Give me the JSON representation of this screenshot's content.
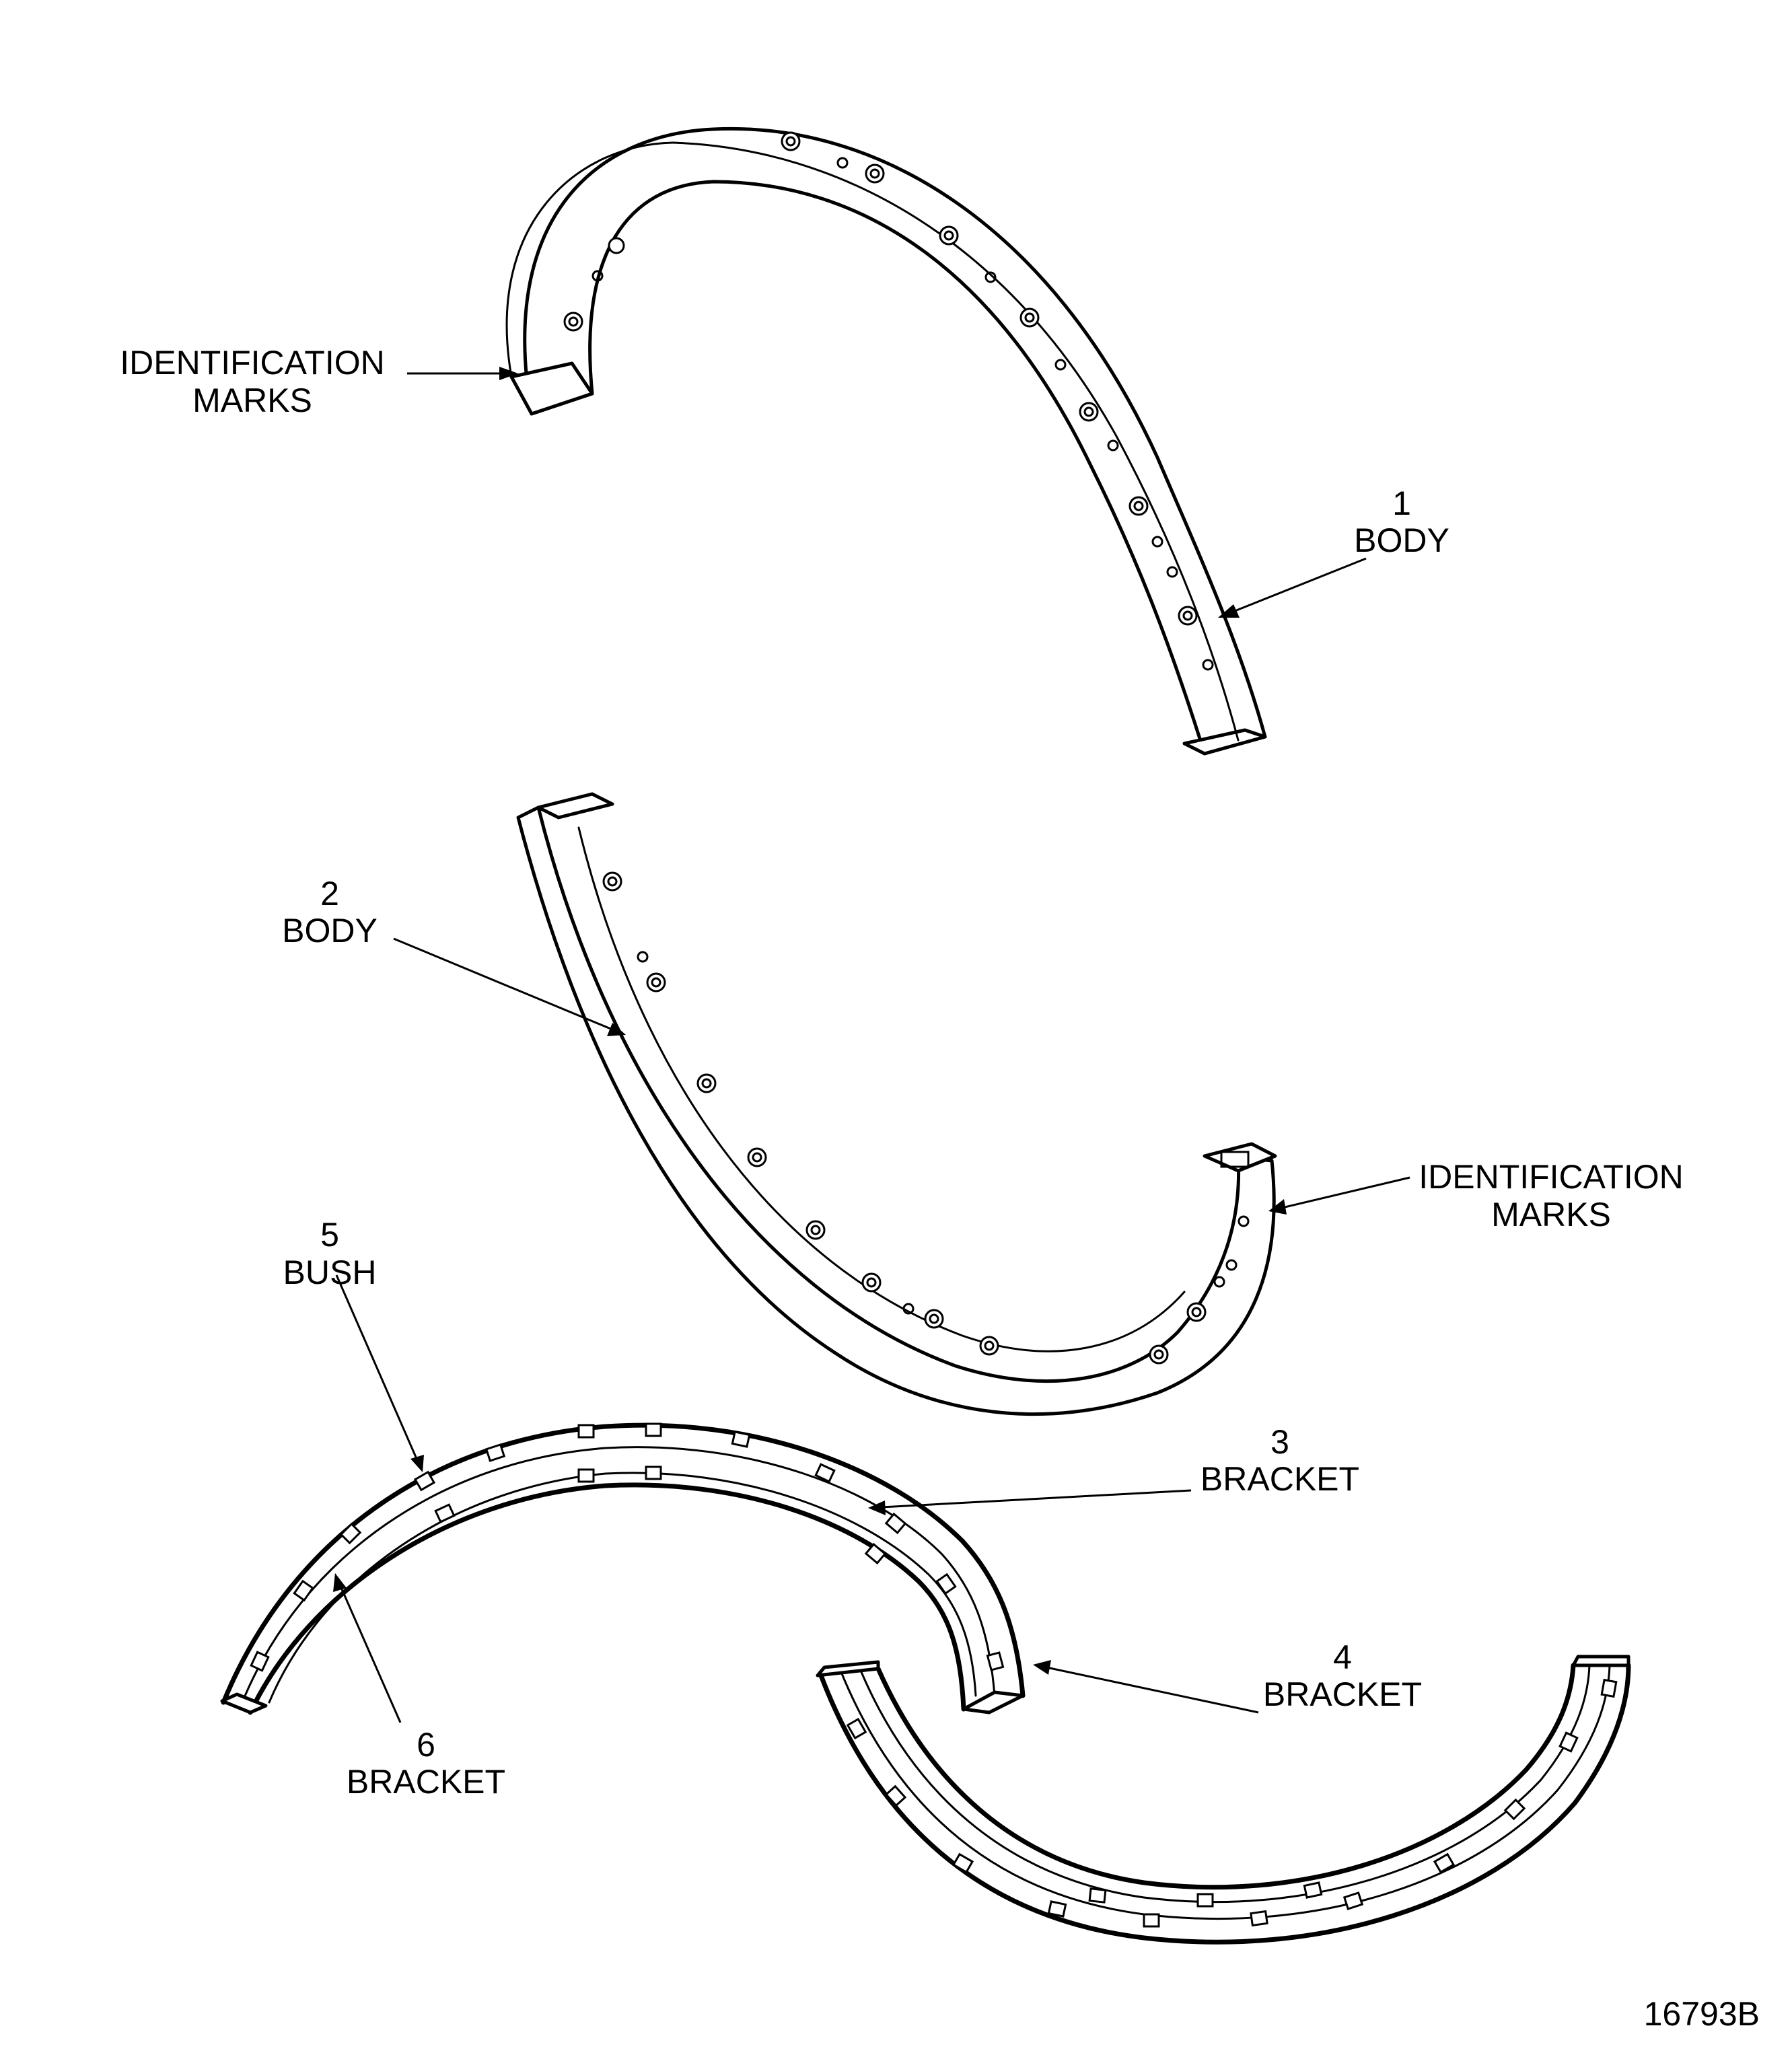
{
  "labels": {
    "id_marks_top": {
      "line1": "IDENTIFICATION",
      "line2": "MARKS"
    },
    "body_1": {
      "number": "1",
      "name": "BODY"
    },
    "body_2": {
      "number": "2",
      "name": "BODY"
    },
    "id_marks_right": {
      "line1": "IDENTIFICATION",
      "line2": "MARKS"
    },
    "bush_5": {
      "number": "5",
      "name": "BUSH"
    },
    "bracket_3": {
      "number": "3",
      "name": "BRACKET"
    },
    "bracket_4": {
      "number": "4",
      "name": "BRACKET"
    },
    "bracket_6": {
      "number": "6",
      "name": "BRACKET"
    },
    "figure_id": "16793B"
  },
  "colors": {
    "line": "#000000",
    "background": "#ffffff"
  }
}
